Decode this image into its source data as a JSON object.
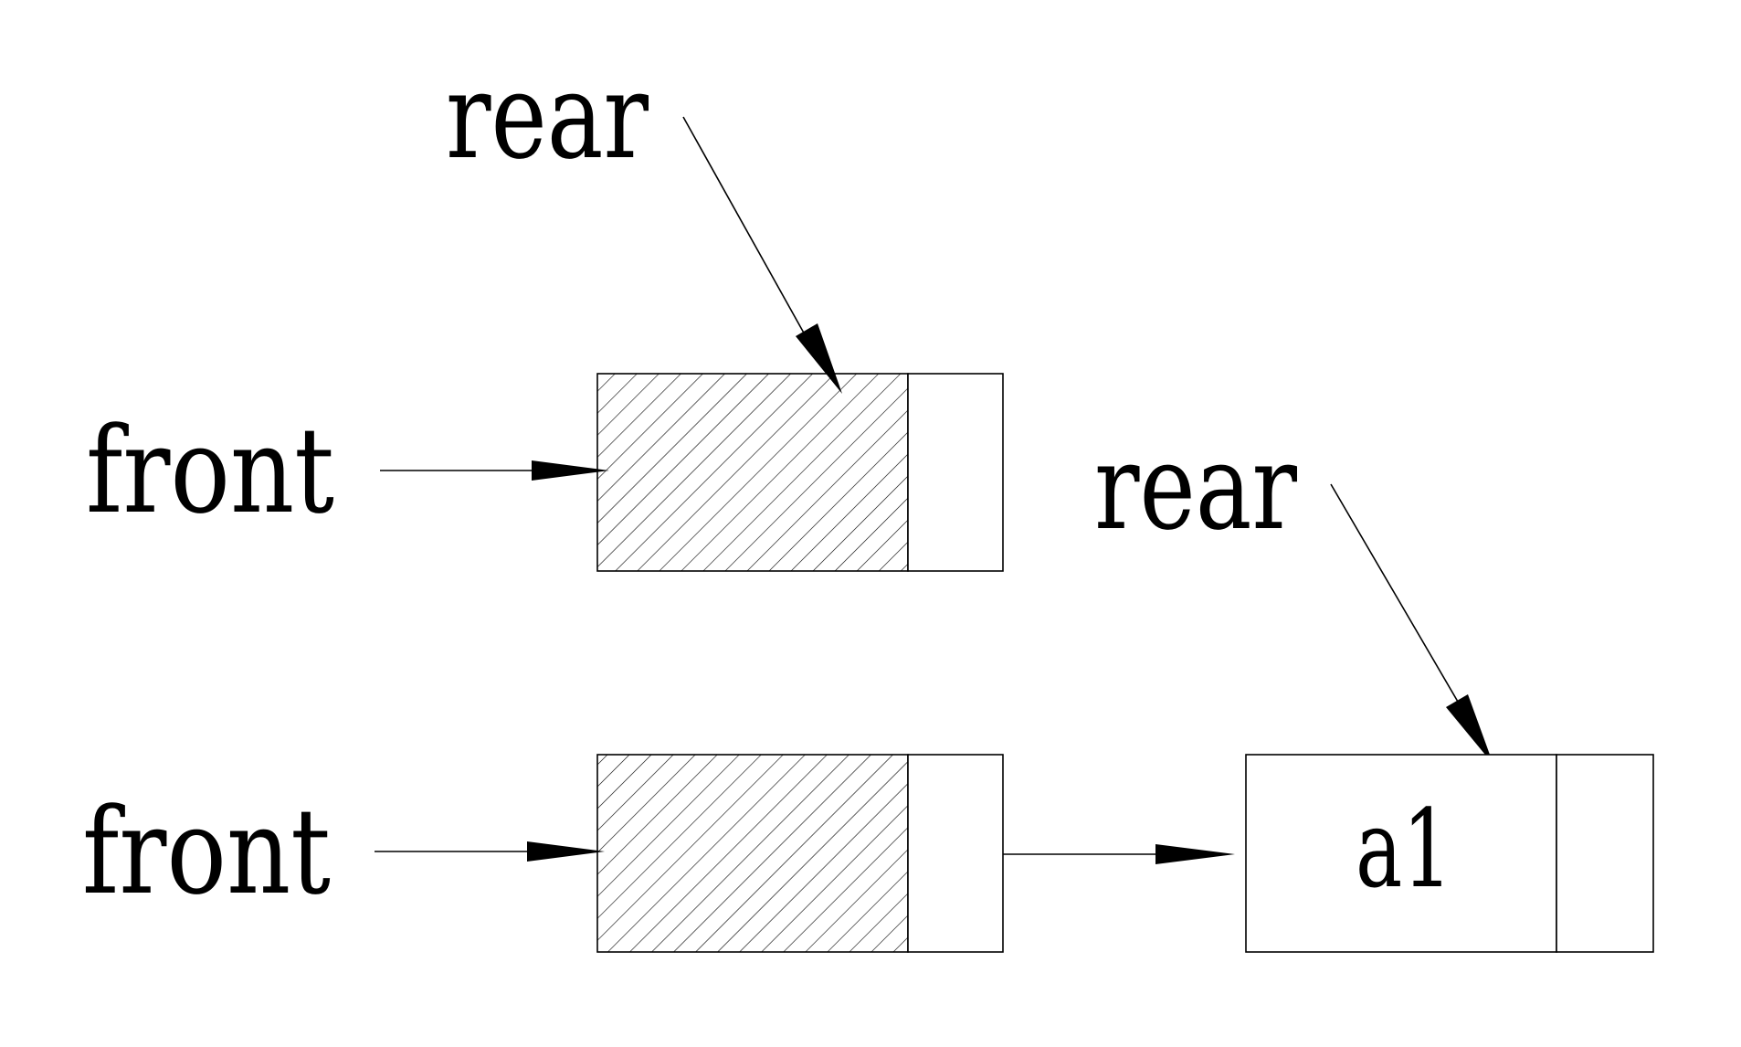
{
  "diagram": {
    "row1": {
      "rear_label": "rear",
      "front_label": "front"
    },
    "row2": {
      "front_label": "front",
      "rear_label": "rear",
      "node_value": "a1"
    }
  },
  "colors": {
    "stroke": "#000000",
    "background": "#ffffff"
  }
}
